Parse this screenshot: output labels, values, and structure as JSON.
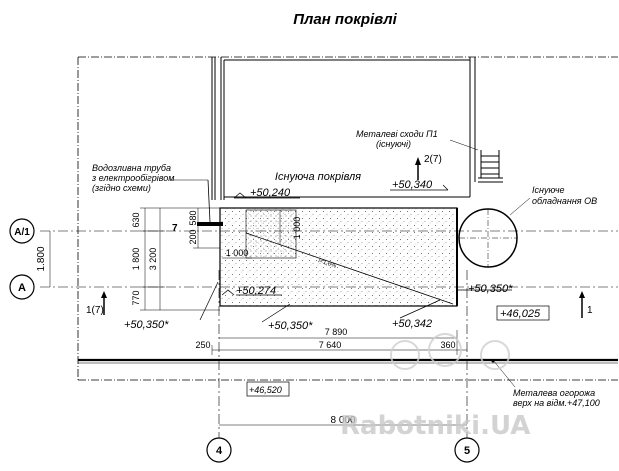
{
  "title": "План покрівлі",
  "labels": {
    "existing_roof": "Існуюча покрівля",
    "drain_pipe": [
      "Водозливна труба",
      "з електрообігрівом",
      "(згідно схеми)"
    ],
    "metal_stairs": [
      "Металеві сходи П1",
      "(існуючі)"
    ],
    "existing_equipment": [
      "Існуюче",
      "обладнання ОВ"
    ],
    "metal_fence": [
      "Металева огорожа",
      "верх на відм.+47,100"
    ],
    "slope": "i=1,6%"
  },
  "elevations": {
    "e1": "+50,240",
    "e2": "+50,340",
    "e3": "+50,274",
    "e4": "+50,350*",
    "e5": "+50,350*",
    "e6": "+50,350*",
    "e7": "+50,342",
    "e8": "+46,025",
    "e9": "+46,520"
  },
  "axes": {
    "a1": "A/1",
    "a": "A",
    "col4": "4",
    "col5": "5"
  },
  "dimensions": {
    "d630": "630",
    "d580": "580",
    "d200": "200",
    "d1000v": "1 000",
    "d1800": "1 800",
    "d1800b": "1.800",
    "d3200": "3 200",
    "d770": "770",
    "d1000h": "1 000",
    "d7890": "7 890",
    "d7640": "7 640",
    "d250": "250",
    "d360": "360",
    "d8000": "8 000",
    "d7": "7"
  },
  "sections": {
    "s27": "2(7)",
    "s17": "1(7)",
    "s1": "1"
  },
  "watermark": "Rabotniki.UA"
}
